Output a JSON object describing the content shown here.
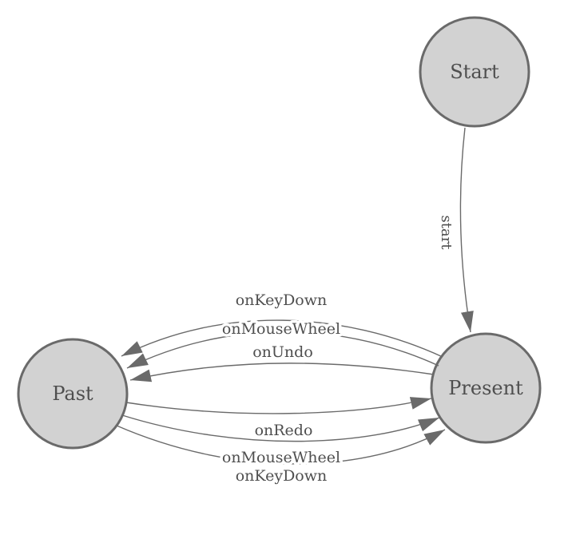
{
  "diagram": {
    "type": "state-machine",
    "background_color": "#ffffff",
    "node_fill_color": "#d2d2d2",
    "node_border_color": "#6a6a6a",
    "edge_color": "#6a6a6a",
    "text_color": "#4f4f4f",
    "nodes": {
      "start": {
        "label": "Start"
      },
      "past": {
        "label": "Past"
      },
      "present": {
        "label": "Present"
      }
    },
    "edges": {
      "start_to_present": {
        "label": "start",
        "from": "Start",
        "to": "Present"
      },
      "present_to_past": [
        {
          "label": "onKeyDown",
          "from": "Present",
          "to": "Past"
        },
        {
          "label": "onMouseWheel",
          "from": "Present",
          "to": "Past"
        },
        {
          "label": "onUndo",
          "from": "Present",
          "to": "Past"
        }
      ],
      "past_to_present": [
        {
          "label": "onRedo",
          "from": "Past",
          "to": "Present"
        },
        {
          "label": "onMouseWheel",
          "from": "Past",
          "to": "Present"
        },
        {
          "label": "onKeyDown",
          "from": "Past",
          "to": "Present"
        }
      ]
    }
  }
}
